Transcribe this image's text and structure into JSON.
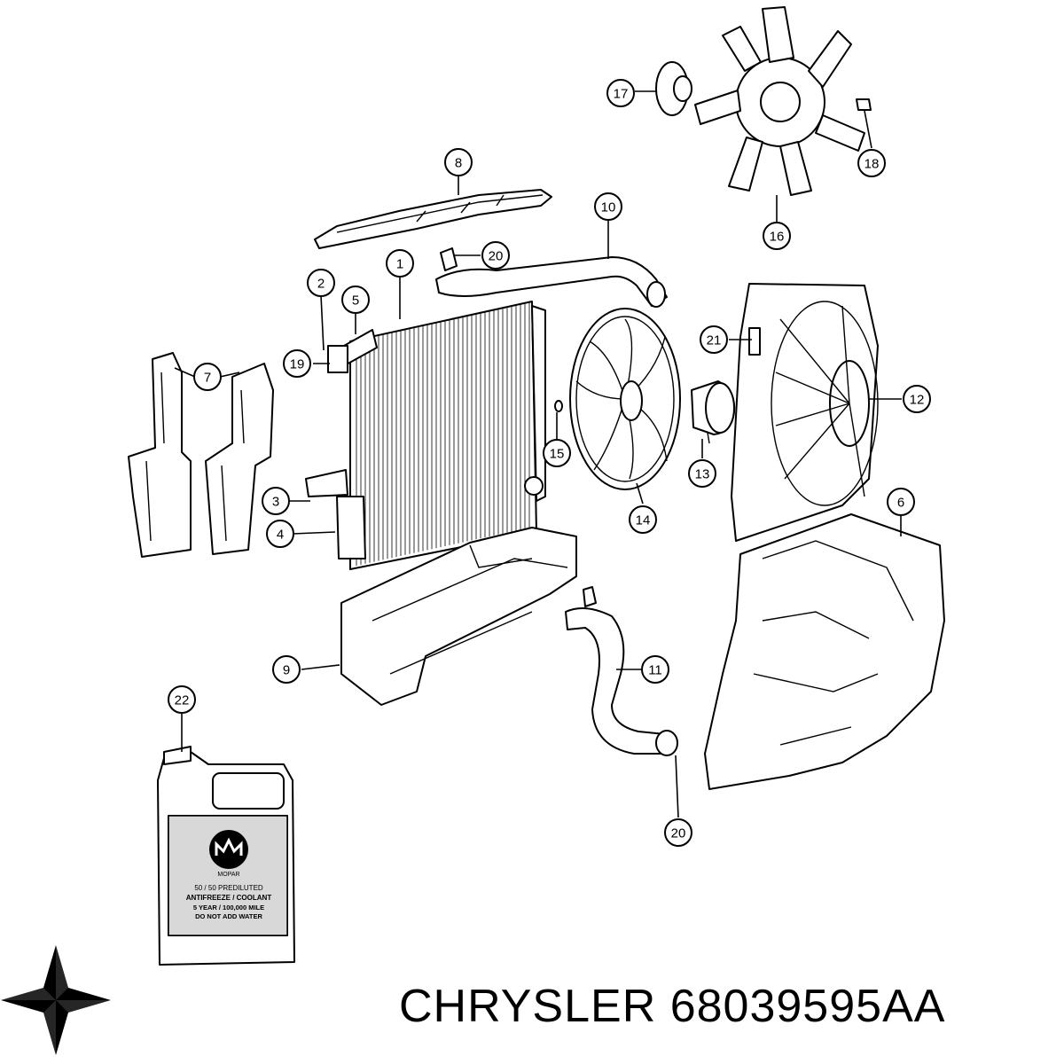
{
  "callouts": [
    {
      "id": "c1",
      "label": "1"
    },
    {
      "id": "c2",
      "label": "2"
    },
    {
      "id": "c3",
      "label": "3"
    },
    {
      "id": "c4",
      "label": "4"
    },
    {
      "id": "c5",
      "label": "5"
    },
    {
      "id": "c6",
      "label": "6"
    },
    {
      "id": "c7",
      "label": "7"
    },
    {
      "id": "c8",
      "label": "8"
    },
    {
      "id": "c9",
      "label": "9"
    },
    {
      "id": "c10",
      "label": "10"
    },
    {
      "id": "c11",
      "label": "11"
    },
    {
      "id": "c12",
      "label": "12"
    },
    {
      "id": "c13",
      "label": "13"
    },
    {
      "id": "c14",
      "label": "14"
    },
    {
      "id": "c15",
      "label": "15"
    },
    {
      "id": "c16",
      "label": "16"
    },
    {
      "id": "c17",
      "label": "17"
    },
    {
      "id": "c18",
      "label": "18"
    },
    {
      "id": "c19",
      "label": "19"
    },
    {
      "id": "c20a",
      "label": "20"
    },
    {
      "id": "c20b",
      "label": "20"
    },
    {
      "id": "c21",
      "label": "21"
    },
    {
      "id": "c22",
      "label": "22"
    }
  ],
  "jug_label": {
    "brand": "MOPAR",
    "line1": "50 / 50 PREDILUTED",
    "line2": "ANTIFREEZE / COOLANT",
    "line3": "5 YEAR / 100,000 MILE",
    "line4": "DO NOT ADD WATER"
  },
  "caption": {
    "brand": "CHRYSLER",
    "part_number": "68039595AA"
  },
  "logo": {
    "icon": "pentastar-icon"
  }
}
